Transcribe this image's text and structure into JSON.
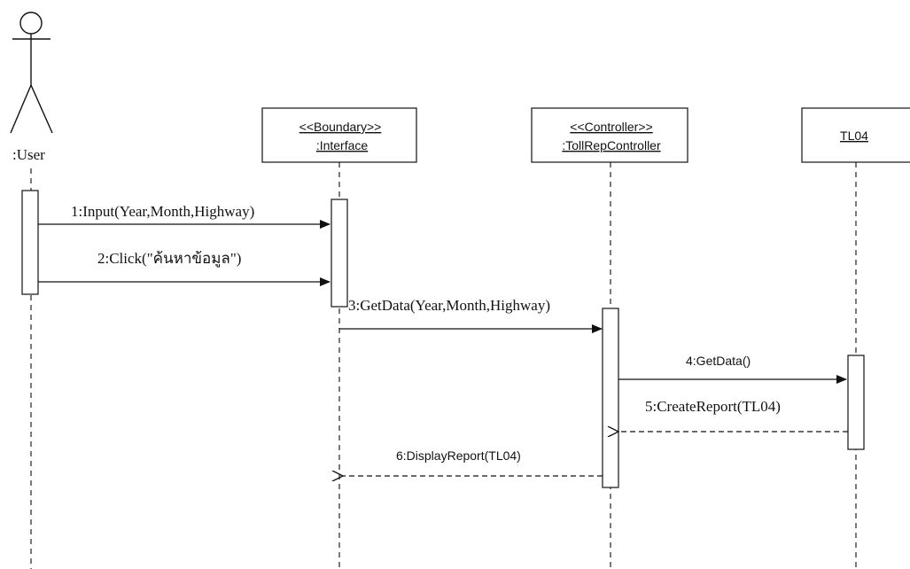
{
  "actor": {
    "name": ":User"
  },
  "participants": {
    "interface": {
      "stereotype": "<<Boundary>>",
      "name": ":Interface"
    },
    "controller": {
      "stereotype": "<<Controller>>",
      "name": ":TollRepController"
    },
    "tl04": {
      "name": "TL04"
    }
  },
  "messages": {
    "m1": "1:Input(Year,Month,Highway)",
    "m2": "2:Click(\"ค้นหาข้อมูล\")",
    "m3": "3:GetData(Year,Month,Highway)",
    "m4": "4:GetData()",
    "m5": "5:CreateReport(TL04)",
    "m6": "6:DisplayReport(TL04)"
  }
}
